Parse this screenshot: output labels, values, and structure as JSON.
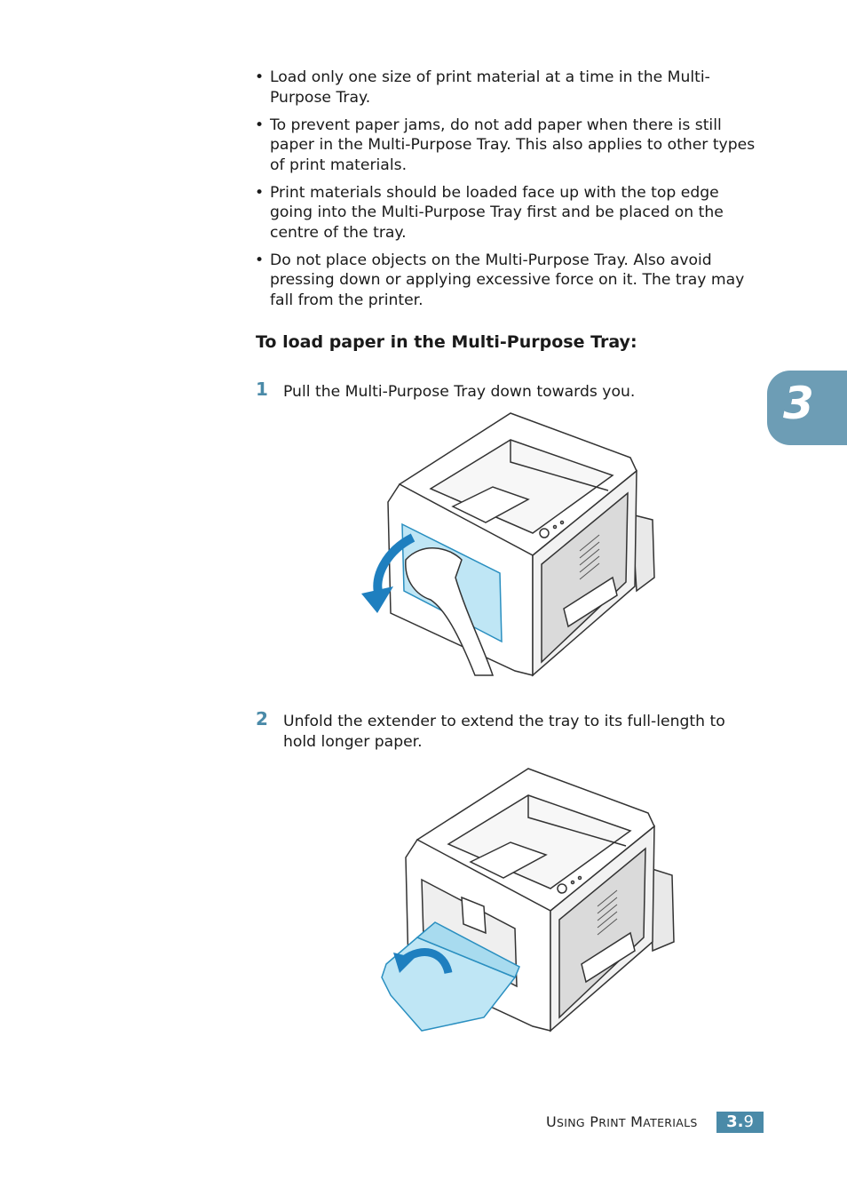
{
  "bullets": [
    {
      "text": "Load only one size of print material at a time in the Multi-Purpose Tray."
    },
    {
      "text": "To prevent paper jams, do not add paper when there is still paper in the Multi-Purpose Tray. This also applies to other types of print materials."
    },
    {
      "text": "Print materials should be loaded face up with the top edge going into the Multi-Purpose Tray first and be placed on the centre of the tray."
    },
    {
      "text": "Do not place objects on the Multi-Purpose Tray. Also avoid pressing down or applying excessive force on it. The tray may fall from the printer."
    }
  ],
  "bullet_glyph": "•",
  "heading": "To load paper in the Multi-Purpose Tray:",
  "steps": [
    {
      "number": "1",
      "text": "Pull the Multi-Purpose Tray down towards you."
    },
    {
      "number": "2",
      "text": "Unfold the extender to extend the tray to its full-length to hold longer paper."
    }
  ],
  "chapter_tab": "3",
  "footer": {
    "section_first": "U",
    "section_first_rest": "SING",
    "section_second": "P",
    "section_second_rest": "RINT",
    "section_third": "M",
    "section_third_rest": "ATERIALS",
    "page_chapter": "3.",
    "page_number": "9"
  },
  "colors": {
    "accent": "#4a8aa8",
    "tab": "#6d9db5",
    "tray_blue": "#bfe6f5",
    "arrow_blue": "#1e7fbf"
  }
}
